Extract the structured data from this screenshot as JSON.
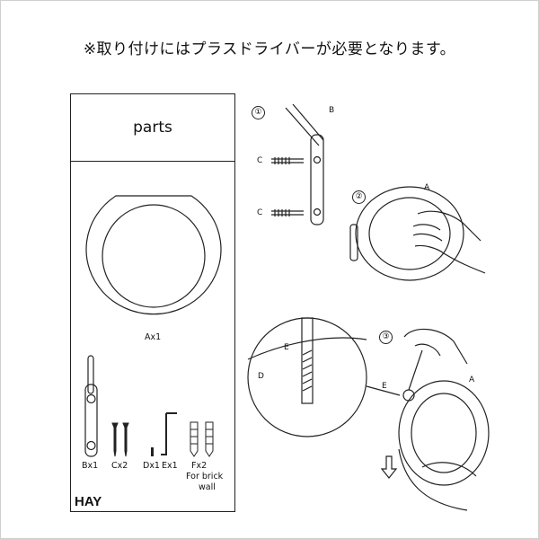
{
  "note": "※取り付けにはプラスドライバーが必要となります。",
  "parts": {
    "title": "parts",
    "a": "Ax1",
    "b": "Bx1",
    "c": "Cx2",
    "d": "Dx1",
    "e": "Ex1",
    "f": "Fx2",
    "f_note_1": "For brick",
    "f_note_2": "wall",
    "brand": "HAY"
  },
  "steps": {
    "s1": "①",
    "s2": "②",
    "s3": "③",
    "labels": {
      "b": "B",
      "c1": "C",
      "c2": "C",
      "a2": "A",
      "e_zoom": "E",
      "d_zoom": "D",
      "e3": "E",
      "a3": "A"
    }
  }
}
